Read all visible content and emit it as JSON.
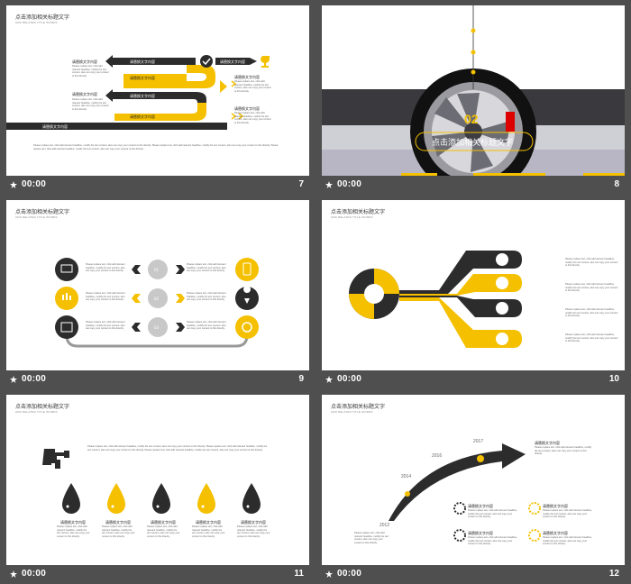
{
  "common": {
    "slide_title": "点击添加相关标题文字",
    "slide_subtitle": "ADD RELATED TITLE WORDS",
    "time": "00:00",
    "content_label": "请替换文字内容",
    "para_short": "Please replace text, click add relevant headline, modify the text content, also can copy your content to this directly.",
    "para_long": "Please replace text, click add relevant headline, modify the text content, also can copy your content to this directly. Please replace text, click add relevant headline, modify the text content, also can copy your content to this directly. Please replace text, click add relevant headline, modify the text content, also can copy your content to this directly."
  },
  "slides": [
    {
      "number": "7"
    },
    {
      "number": "8",
      "section_number": "02",
      "section_title": "点击添加相关标题文字"
    },
    {
      "number": "9",
      "steps": [
        "01",
        "02",
        "03"
      ]
    },
    {
      "number": "10"
    },
    {
      "number": "11"
    },
    {
      "number": "12",
      "years": [
        "2012",
        "2014",
        "2016",
        "2017"
      ]
    }
  ],
  "colors": {
    "yellow": "#f5c000",
    "dark": "#2c2c2c",
    "bar": "#4f4f4f"
  }
}
